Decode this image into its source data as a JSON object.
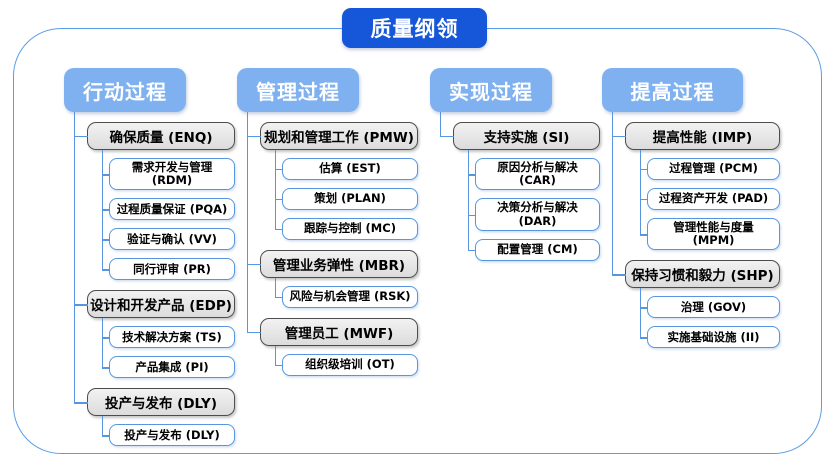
{
  "title": "质量纲领",
  "colors": {
    "title_bg": "#1557d8",
    "category_header_bg": "#7fb1f0",
    "connector_line": "#5796df",
    "leaf_node_border": "#5796df",
    "group_node_border": "#4d4d4d",
    "group_node_fill": "#e3e3e3",
    "frame_border": "#5b9de4"
  },
  "columns": [
    {
      "header": "行动过程",
      "groups": [
        {
          "label": "确保质量 (ENQ)",
          "children": [
            "需求开发与管理 (RDM)",
            "过程质量保证 (PQA)",
            "验证与确认 (VV)",
            "同行评审 (PR)"
          ]
        },
        {
          "label": "设计和开发产品 (EDP)",
          "children": [
            "技术解决方案 (TS)",
            "产品集成 (PI)"
          ]
        },
        {
          "label": "投产与发布 (DLY)",
          "children": [
            "投产与发布 (DLY)"
          ]
        }
      ]
    },
    {
      "header": "管理过程",
      "groups": [
        {
          "label": "规划和管理工作 (PMW)",
          "children": [
            "估算 (EST)",
            "策划 (PLAN)",
            "跟踪与控制 (MC)"
          ]
        },
        {
          "label": "管理业务弹性 (MBR)",
          "children": [
            "风险与机会管理 (RSK)"
          ]
        },
        {
          "label": "管理员工 (MWF)",
          "children": [
            "组织级培训 (OT)"
          ]
        }
      ]
    },
    {
      "header": "实现过程",
      "groups": [
        {
          "label": "支持实施 (SI)",
          "children": [
            "原因分析与解决 (CAR)",
            "决策分析与解决 (DAR)",
            "配置管理 (CM)"
          ]
        }
      ]
    },
    {
      "header": "提高过程",
      "groups": [
        {
          "label": "提高性能 (IMP)",
          "children": [
            "过程管理 (PCM)",
            "过程资产开发 (PAD)",
            "管理性能与度量 (MPM)"
          ]
        },
        {
          "label": "保持习惯和毅力 (SHP)",
          "children": [
            "治理 (GOV)",
            "实施基础设施 (II)"
          ]
        }
      ]
    }
  ]
}
